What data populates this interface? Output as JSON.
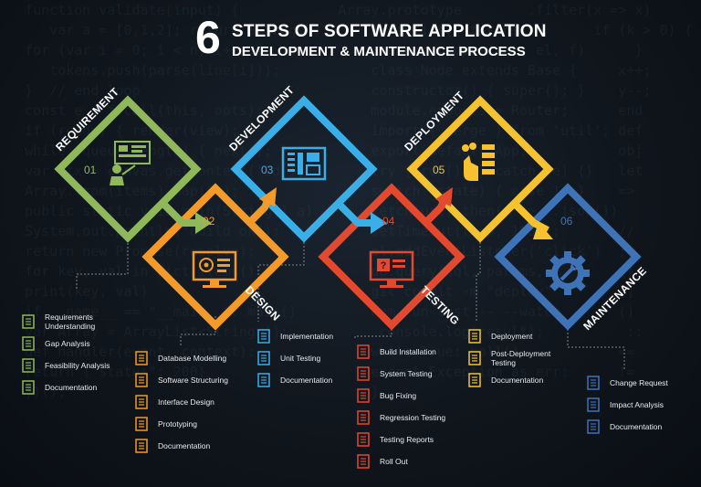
{
  "title": {
    "number": "6",
    "line1": "STEPS OF SOFTWARE APPLICATION",
    "line2": "DEVELOPMENT & MAINTENANCE PROCESS"
  },
  "colors": {
    "requirement": "#8fb85a",
    "design": "#f39a2a",
    "development": "#3aaee6",
    "testing": "#e2492f",
    "deployment": "#f6c230",
    "maintenance": "#3f73b8"
  },
  "stages": [
    {
      "id": "requirement",
      "number": "01",
      "label": "REQUIREMENT",
      "icon": "presentation-board-icon",
      "items": [
        {
          "label": "Requirements\nUnderstanding",
          "icon": "checklist-icon"
        },
        {
          "label": "Gap Analysis",
          "icon": "pie-chart-icon"
        },
        {
          "label": "Feasibility Analysis",
          "icon": "magnifier-icon"
        },
        {
          "label": "Documentation",
          "icon": "document-icon"
        }
      ]
    },
    {
      "id": "design",
      "number": "02",
      "label": "DESIGN",
      "icon": "monitor-icon",
      "items": [
        {
          "label": "Database Modelling",
          "icon": "database-icon"
        },
        {
          "label": "Software Structuring",
          "icon": "gear-shield-icon"
        },
        {
          "label": "Interface Design",
          "icon": "layout-icon"
        },
        {
          "label": "Prototyping",
          "icon": "prototype-icon"
        },
        {
          "label": "Documentation",
          "icon": "document-icon"
        }
      ]
    },
    {
      "id": "development",
      "number": "03",
      "label": "DEVELOPMENT",
      "icon": "code-layout-icon",
      "items": [
        {
          "label": "Implementation",
          "icon": "gears-icon"
        },
        {
          "label": "Unit Testing",
          "icon": "checkbox-list-icon"
        },
        {
          "label": "Documentation",
          "icon": "document-icon"
        }
      ]
    },
    {
      "id": "testing",
      "number": "04",
      "label": "TESTING",
      "icon": "browser-icon",
      "items": [
        {
          "label": "Build Installation",
          "icon": "installer-icon"
        },
        {
          "label": "System Testing",
          "icon": "system-test-icon"
        },
        {
          "label": "Bug Fixing",
          "icon": "bug-icon"
        },
        {
          "label": "Regression Testing",
          "icon": "refresh-icon"
        },
        {
          "label": "Testing Reports",
          "icon": "report-icon"
        },
        {
          "label": "Roll Out",
          "icon": "rocket-icon"
        }
      ]
    },
    {
      "id": "deployment",
      "number": "05",
      "label": "DEPLOYMENT",
      "icon": "hand-server-icon",
      "items": [
        {
          "label": "Deployment",
          "icon": "package-icon"
        },
        {
          "label": "Post-Deployment\nTesting",
          "icon": "phone-check-icon"
        },
        {
          "label": "Documentation",
          "icon": "document-icon"
        }
      ]
    },
    {
      "id": "maintenance",
      "number": "06",
      "label": "MAINTENANCE",
      "icon": "wrench-gear-icon",
      "items": [
        {
          "label": "Change Request",
          "icon": "arrows-icon"
        },
        {
          "label": "Impact Analysis",
          "icon": "impact-chart-icon"
        },
        {
          "label": "Documentation",
          "icon": "document-icon"
        }
      ]
    }
  ]
}
